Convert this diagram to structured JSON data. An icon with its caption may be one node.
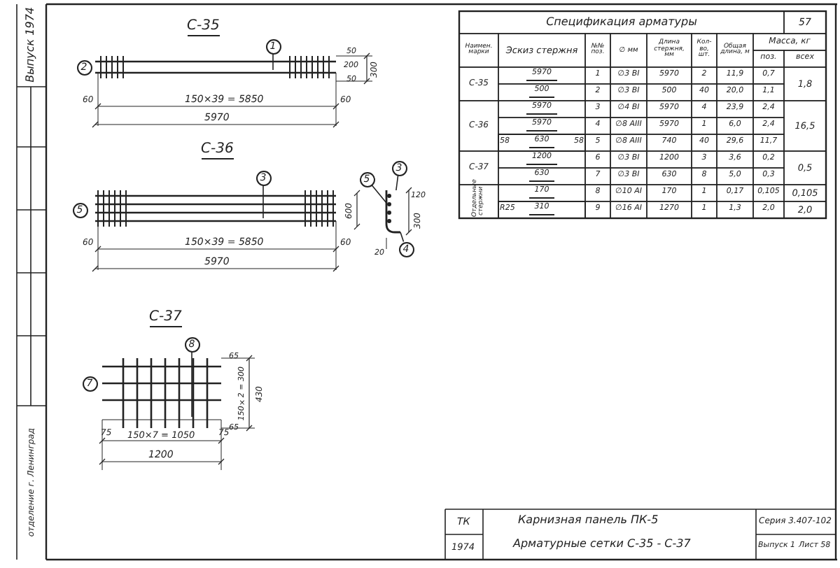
{
  "diagram": {
    "nodes": [
      {
        "text": [
          "1"
        ]
      },
      {
        "text": [
          "2"
        ]
      },
      {
        "text": [
          "3"
        ]
      },
      {
        "text": [
          "5"
        ]
      },
      {
        "text": [
          "5"
        ]
      },
      {
        "text": [
          "3"
        ]
      },
      {
        "text": [
          "4"
        ]
      },
      {
        "text": [
          "8"
        ]
      },
      {
        "text": [
          "7"
        ]
      },
      {
        "text": [],
        "shape": "picture"
      }
    ],
    "edges": [
      {
        "from": 0,
        "to": null,
        "arrow": "none"
      },
      {
        "from": 2,
        "to": null,
        "arrow": "none"
      },
      {
        "from": 4,
        "to": 9,
        "arrow": "none"
      },
      {
        "from": 5,
        "to": 9,
        "arrow": "none"
      },
      {
        "from": 6,
        "to": 9,
        "arrow": "none"
      },
      {
        "from": 7,
        "to": null,
        "arrow": "none"
      }
    ],
    "labels": [
      "Выпуск 1974",
      "отделение г. Ленинград",
      "С-35",
      "150×39 = 5850",
      "5970",
      "60",
      "60",
      "50",
      "200",
      "50",
      "300",
      "С-36",
      "600",
      "150×39 = 5850",
      "5970",
      "60",
      "60",
      "120",
      "300",
      "20",
      "С-37",
      "75",
      "150×7 = 1050",
      "75",
      "1200",
      "65",
      "150×2 = 300",
      "65",
      "430",
      "Спецификация арматуры",
      "57",
      "Наимен. марки",
      "Эскиз стержня",
      "№№ поз.",
      "∅ мм",
      "Длина стержня, мм",
      "Кол-во, шт.",
      "Общая длина, м",
      "Масса, кг",
      "поз.",
      "всех",
      "С-35",
      "5970",
      "1",
      "∅3 ВI",
      "5970",
      "2",
      "11,9",
      "0,7",
      "1,8",
      "500",
      "2",
      "∅3 ВI",
      "500",
      "40",
      "20,0",
      "1,1",
      "С-36",
      "5970",
      "3",
      "∅4 ВI",
      "5970",
      "4",
      "23,9",
      "2,4",
      "16,5",
      "5970",
      "4",
      "∅8 АIII",
      "5970",
      "1",
      "6,0",
      "2,4",
      "58",
      "630",
      "58",
      "5",
      "∅8 АIII",
      "740",
      "40",
      "29,6",
      "11,7",
      "С-37",
      "1200",
      "6",
      "∅3 ВI",
      "1200",
      "3",
      "3,6",
      "0,2",
      "0,5",
      "630",
      "7",
      "∅3 ВI",
      "630",
      "8",
      "5,0",
      "0,3",
      "Отдельные стержни",
      "170",
      "8",
      "∅10 АI",
      "170",
      "1",
      "0,17",
      "0,105",
      "0,105",
      "R25",
      "310",
      "9",
      "∅16 АI",
      "1270",
      "1",
      "1,3",
      "2,0",
      "2,0",
      "ТК",
      "1974",
      "Карнизная панель ПК-5",
      "Арматурные сетки С-35 - С-37",
      "Серия 3.407-102",
      "Выпуск 1",
      "Лист 58"
    ]
  }
}
